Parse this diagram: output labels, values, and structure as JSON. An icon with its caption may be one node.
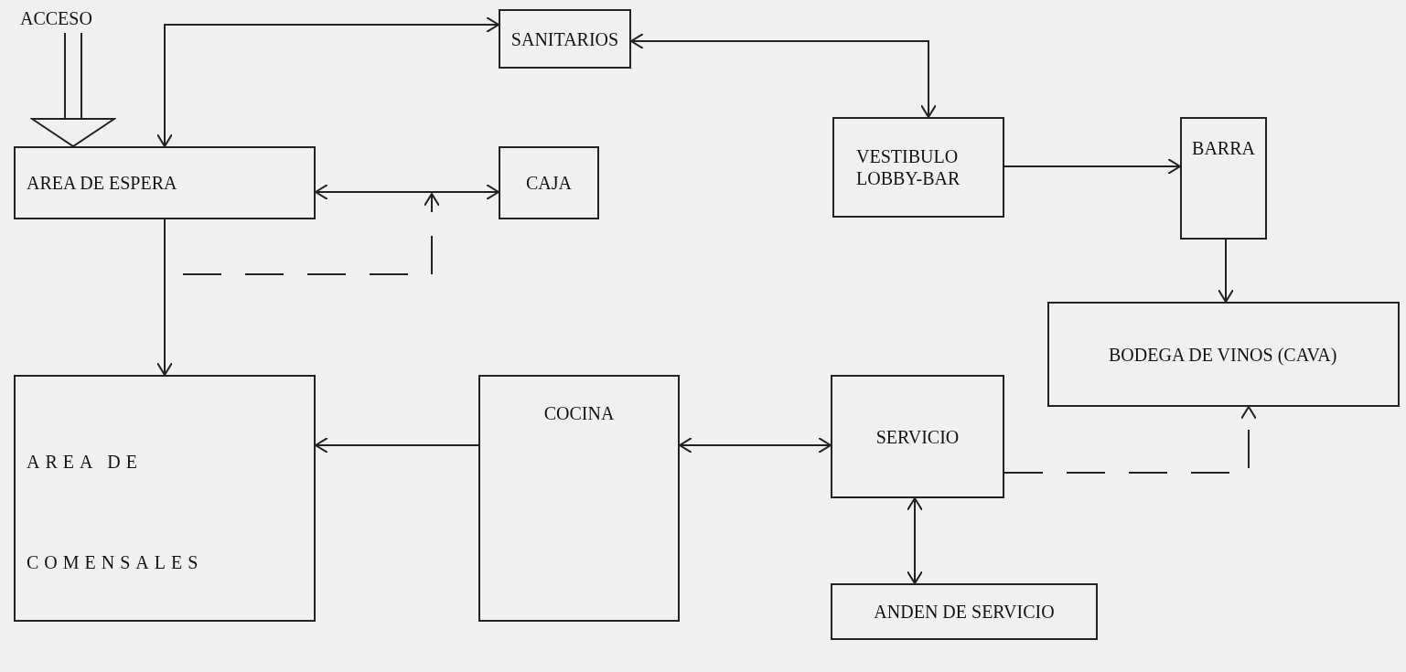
{
  "diagram": {
    "nodes": [
      {
        "text": [
          "ACCESO"
        ]
      },
      {
        "text": [
          "SANITARIOS"
        ]
      },
      {
        "text": [
          "AREA DE ESPERA"
        ]
      },
      {
        "text": [
          "CAJA"
        ]
      },
      {
        "text": [
          "VESTIBULO LOBBY-BAR"
        ]
      },
      {
        "text": [
          "BARRA"
        ]
      },
      {
        "text": [
          "BODEGA DE VINOS (CAVA)"
        ]
      },
      {
        "text": [
          "AREA DE COMENSALES"
        ]
      },
      {
        "text": [
          "COCINA"
        ]
      },
      {
        "text": [
          "SERVICIO"
        ]
      },
      {
        "text": [
          "ANDEN DE SERVICIO"
        ]
      }
    ],
    "edges": [
      {
        "from": 0,
        "to": 2,
        "arrow": "to"
      },
      {
        "from": 2,
        "to": 1,
        "arrow": "both"
      },
      {
        "from": 1,
        "to": 4,
        "arrow": "both"
      },
      {
        "from": 2,
        "to": 3,
        "arrow": "both"
      },
      {
        "from": null,
        "to": 3,
        "arrow": "to",
        "style": "dashed"
      },
      {
        "from": 2,
        "to": 7,
        "arrow": "to"
      },
      {
        "from": 4,
        "to": 5,
        "arrow": "to"
      },
      {
        "from": 5,
        "to": 6,
        "arrow": "to"
      },
      {
        "from": 8,
        "to": 7,
        "arrow": "to"
      },
      {
        "from": 8,
        "to": 9,
        "arrow": "both"
      },
      {
        "from": 9,
        "to": 6,
        "arrow": "to",
        "style": "dashed"
      },
      {
        "from": 9,
        "to": 10,
        "arrow": "both"
      }
    ]
  }
}
